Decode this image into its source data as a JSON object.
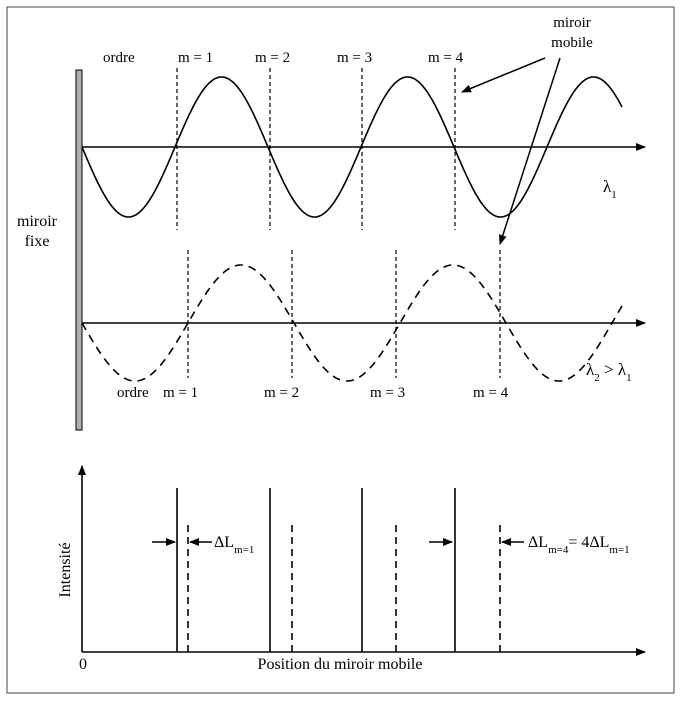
{
  "top": {
    "order_prefix": "ordre",
    "orders": [
      "m = 1",
      "m = 2",
      "m = 3",
      "m = 4"
    ],
    "mirror_mobile_line1": "miroir",
    "mirror_mobile_line2": "mobile",
    "mirror_fixed_line1": "miroir",
    "mirror_fixed_line2": "fixe",
    "lambda1_symbol": "λ",
    "lambda1_sub": "1"
  },
  "middle": {
    "order_prefix": "ordre",
    "orders": [
      "m = 1",
      "m = 2",
      "m = 3",
      "m = 4"
    ],
    "lambda2_symbol": "λ",
    "lambda2_sub": "2",
    "lambda2_relation": " > λ",
    "lambda2_relation_sub": "1"
  },
  "bottom": {
    "ylabel": "Intensité",
    "xlabel": "Position du miroir mobile",
    "origin": "0",
    "delta1_main": "ΔL",
    "delta1_sub": "m=1",
    "delta4_main": "ΔL",
    "delta4_sub": "m=4",
    "delta4_eq": "= 4ΔL",
    "delta4_eq_sub": "m=1"
  },
  "colors": {
    "ink": "#000000",
    "mirror_fill": "#b0b0b0",
    "frame": "#444444"
  }
}
